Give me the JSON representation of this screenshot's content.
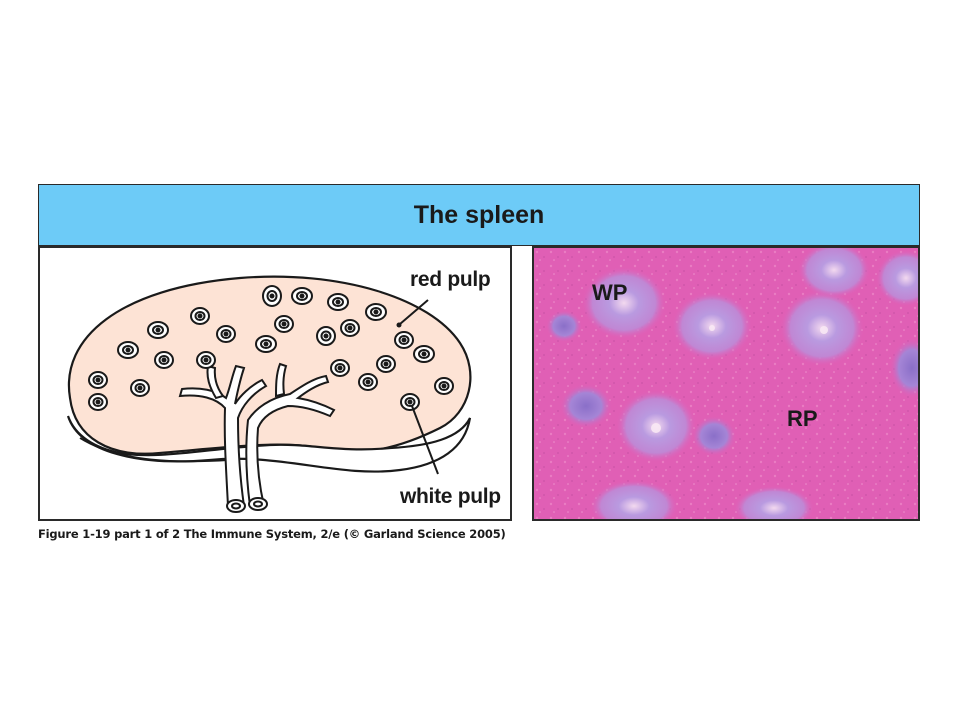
{
  "title": "The spleen",
  "diagram": {
    "label_red_pulp": "red pulp",
    "label_white_pulp": "white pulp"
  },
  "micrograph": {
    "label_wp": "WP",
    "label_rp": "RP"
  },
  "caption": "Figure 1-19 part 1 of 2  The Immune System, 2/e (© Garland Science 2005)",
  "colors": {
    "title_bar": "#6dcbf7",
    "spleen_fill": "#fde3d5",
    "tissue_pink": "#e05fb5",
    "follicle_purple": "#a98ad8"
  }
}
